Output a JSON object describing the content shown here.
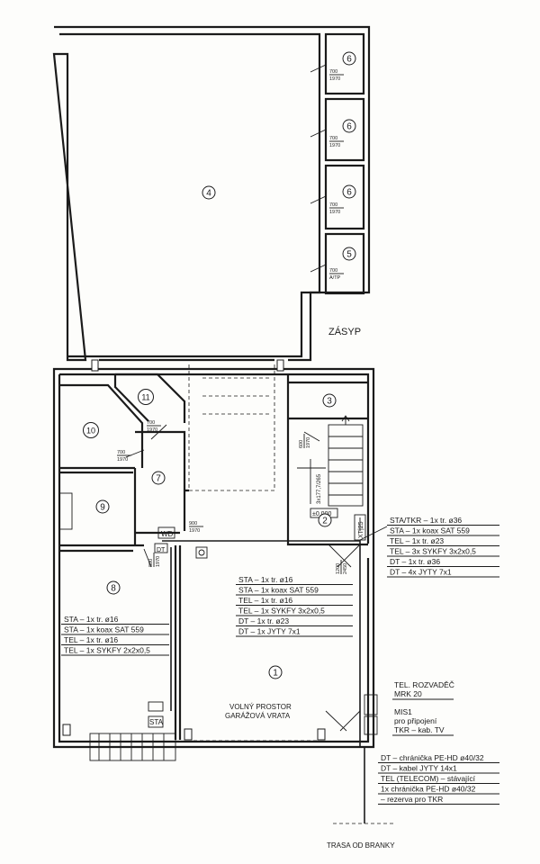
{
  "rooms": [
    {
      "id": "room-4",
      "number": "4"
    },
    {
      "id": "room-6a",
      "number": "6"
    },
    {
      "id": "room-6b",
      "number": "6"
    },
    {
      "id": "room-6c",
      "number": "6"
    },
    {
      "id": "room-5",
      "number": "5"
    },
    {
      "id": "room-3",
      "number": "3"
    },
    {
      "id": "room-11",
      "number": "11"
    },
    {
      "id": "room-10",
      "number": "10"
    },
    {
      "id": "room-7",
      "number": "7"
    },
    {
      "id": "room-9",
      "number": "9"
    },
    {
      "id": "room-2",
      "number": "2"
    },
    {
      "id": "room-8",
      "number": "8"
    },
    {
      "id": "room-1",
      "number": "1"
    }
  ],
  "doors": [
    {
      "id": "door-6a",
      "width": "700",
      "height": "1970"
    },
    {
      "id": "door-6b",
      "width": "700",
      "height": "1970"
    },
    {
      "id": "door-6c",
      "width": "700",
      "height": "1970"
    },
    {
      "id": "door-5",
      "width": "700",
      "height": "A/TP"
    },
    {
      "id": "door-11",
      "width": "700",
      "height": "1970"
    },
    {
      "id": "door-10",
      "width": "700",
      "height": "1970"
    },
    {
      "id": "door-7",
      "width": "900",
      "height": "1970"
    },
    {
      "id": "door-3",
      "width": "600",
      "height": "1970"
    },
    {
      "id": "door-8",
      "width": "800",
      "height": "1970"
    },
    {
      "id": "door-2",
      "width": "1200",
      "height": "2450"
    }
  ],
  "labels": {
    "zasyp": "ZÁSYP",
    "level": "±0.000",
    "stair": "3x177,7/265",
    "wd": "WD",
    "dt": "DT",
    "sta": "STA",
    "xt": "XT|25",
    "garage_line1": "VOLNÝ PROSTOR",
    "garage_line2": "GARÁŽOVÁ VRATA",
    "route": "TRASA OD BRANKY"
  },
  "spec_right": [
    "STA/TKR – 1x tr. ø36",
    "STA – 1x koax SAT 559",
    "TEL – 1x tr. ø23",
    "TEL – 3x SYKFY 3x2x0,5",
    "DT – 1x tr. ø36",
    "DT – 4x JYTY 7x1"
  ],
  "spec_center": [
    "STA – 1x tr. ø16",
    "STA – 1x koax SAT 559",
    "TEL – 1x tr. ø16",
    "TEL – 1x SYKFY 3x2x0,5",
    "DT – 1x tr. ø23",
    "DT – 1x JYTY 7x1"
  ],
  "spec_left": [
    "STA – 1x tr. ø16",
    "STA – 1x koax SAT 559",
    "TEL – 1x tr. ø16",
    "TEL – 1x SYKFY 2x2x0,5"
  ],
  "tel_box": [
    "TEL. ROZVADĚČ",
    "MRK 20"
  ],
  "mis_box": [
    "MIS1",
    "pro připojení",
    "TKR – kab. TV"
  ],
  "spec_bottom": [
    "DT – chránička PE-HD ø40/32",
    "DT – kabel JYTY 14x1",
    "TEL (TELECOM) – stávající",
    "1x chránička PE-HD ø40/32",
    "– rezerva pro TKR"
  ]
}
